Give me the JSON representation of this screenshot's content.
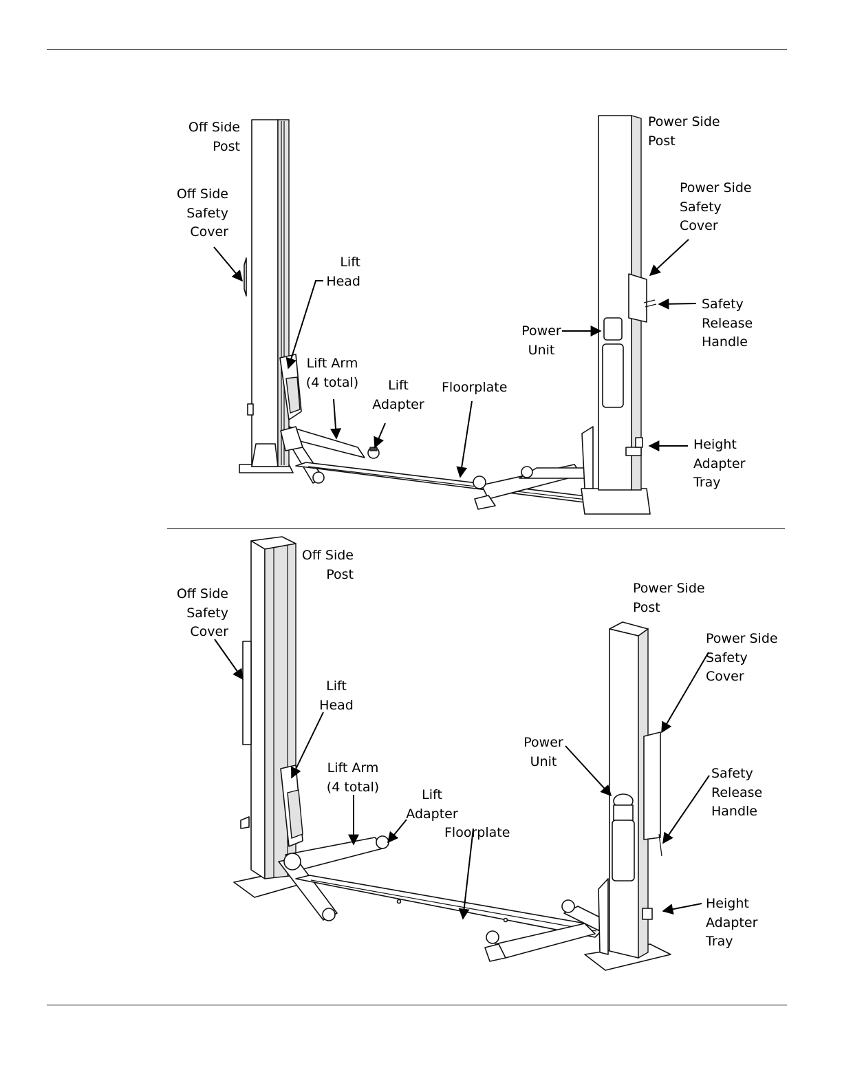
{
  "figures": [
    {
      "labels": {
        "off_side_post": "Off Side\nPost",
        "off_side_safety_cover": "Off Side\nSafety\nCover",
        "lift_head": "Lift\nHead",
        "lift_arm": "Lift Arm\n(4 total)",
        "lift_adapter": "Lift\nAdapter",
        "floorplate": "Floorplate",
        "power_side_post": "Power Side\nPost",
        "power_side_safety_cover": "Power Side\nSafety\nCover",
        "safety_release_handle": "Safety\nRelease\nHandle",
        "power_unit": "Power\nUnit",
        "height_adapter_tray": "Height\nAdapter\nTray"
      }
    },
    {
      "labels": {
        "off_side_post": "Off Side\nPost",
        "off_side_safety_cover": "Off Side\nSafety\nCover",
        "lift_head": "Lift\nHead",
        "lift_arm": "Lift Arm\n(4 total)",
        "lift_adapter": "Lift\nAdapter",
        "floorplate": "Floorplate",
        "power_side_post": "Power Side\nPost",
        "power_side_safety_cover": "Power Side\nSafety\nCover",
        "safety_release_handle": "Safety\nRelease\nHandle",
        "power_unit": "Power\nUnit",
        "height_adapter_tray": "Height\nAdapter\nTray"
      }
    }
  ]
}
